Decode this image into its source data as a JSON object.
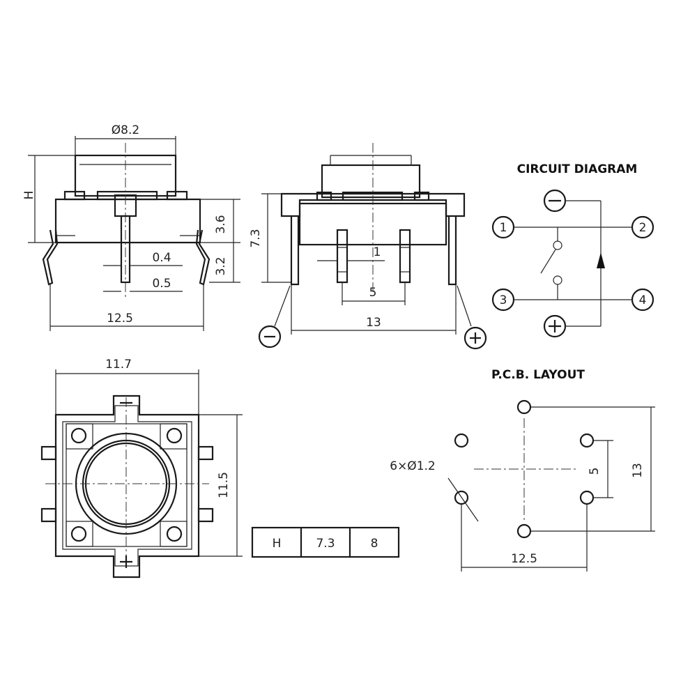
{
  "side_view": {
    "diameter": "Ø8.2",
    "height_label": "H",
    "dim_3_6": "3.6",
    "dim_3_2": "3.2",
    "dim_0_4": "0.4",
    "dim_0_5": "0.5",
    "width": "12.5"
  },
  "front_view": {
    "height": "7.3",
    "pin_gap": "1",
    "pin_spacing": "5",
    "width": "13"
  },
  "circuit_diagram": {
    "title": "CIRCUIT DIAGRAM",
    "pins": [
      "1",
      "2",
      "3",
      "4"
    ]
  },
  "top_view": {
    "width": "11.7",
    "height": "11.5"
  },
  "height_table": {
    "cells": [
      "H",
      "7.3",
      "8"
    ]
  },
  "pcb_layout": {
    "title": "P.C.B. LAYOUT",
    "hole_spec": "6×Ø1.2",
    "spacing_5": "5",
    "height": "13",
    "width": "12.5"
  }
}
